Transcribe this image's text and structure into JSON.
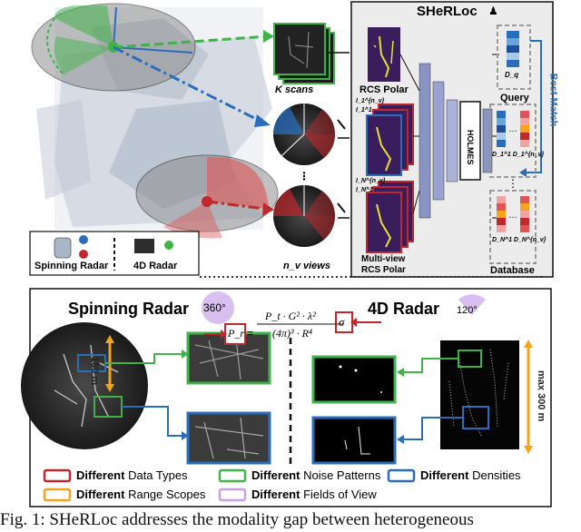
{
  "top_figure": {
    "k_scans": "K scans",
    "nv_views": "n_v views",
    "legend_spinning": "Spinning Radar",
    "legend_4d": "4D Radar"
  },
  "sherloc_panel": {
    "title": "SHeRLoc",
    "rcs_polar": "RCS Polar",
    "multi_view_1": "Multi-view",
    "multi_view_2": "RCS Polar",
    "holmes": "HOLMES",
    "query": "Query",
    "query_vec": "D_q",
    "best_match": "Best Match",
    "db_vec_a": "D_1^1 D_1^{n_v}",
    "db_vec_b": "D_N^1 D_N^{n_v}",
    "database": "Database",
    "i_top": "I_1^{n_v}",
    "i_top2": "I_1^1",
    "i_bot": "I_N^{n_v}",
    "i_bot2": "I_N^1"
  },
  "bottom_panel": {
    "spinning_title": "Spinning Radar",
    "deg_360": "360°",
    "radar_4d_title": "4D Radar",
    "deg_120": "120°",
    "range_150": "150 m",
    "range_300": "max 300 m",
    "eq_pr": "P_r",
    "eq_sigma": "σ",
    "eq_num": "P_t · G² · λ²",
    "eq_den": "(4π)³ · R⁴"
  },
  "legend": [
    {
      "word": "Different",
      "rest": "Data Types",
      "color": "#c0282d"
    },
    {
      "word": "Different",
      "rest": "Noise Patterns",
      "color": "#3fb349"
    },
    {
      "word": "Different",
      "rest": "Densities",
      "color": "#2a6ebb"
    },
    {
      "word": "Different",
      "rest": "Range Scopes",
      "color": "#f2a51a"
    },
    {
      "word": "Different",
      "rest": "Fields of View",
      "color": "#c7a0e0"
    }
  ],
  "caption": "Fig. 1: SHeRLoc addresses the modality gap between heterogeneous"
}
